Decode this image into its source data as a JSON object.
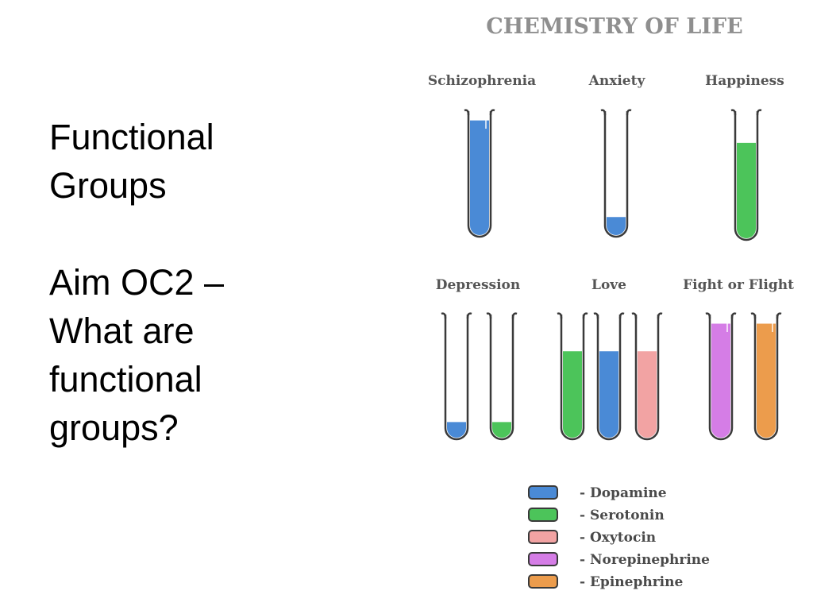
{
  "slide": {
    "heading_lines": [
      "Functional",
      "Groups"
    ],
    "aim_lines": [
      "Aim OC2 –",
      "What are",
      "functional",
      "groups?"
    ]
  },
  "infographic": {
    "title": "CHEMISTRY OF LIFE",
    "colors": {
      "dopamine": "#4a8ad6",
      "serotonin": "#4cc45a",
      "oxytocin": "#f2a3a3",
      "norepinephrine": "#d57de6",
      "epinephrine": "#ec9c4c"
    },
    "groups": [
      {
        "name": "Schizophrenia",
        "tubes": [
          {
            "chemical": "dopamine",
            "level": 0.95
          }
        ]
      },
      {
        "name": "Anxiety",
        "tubes": [
          {
            "chemical": "dopamine",
            "level": 0.15
          }
        ]
      },
      {
        "name": "Happiness",
        "tubes": [
          {
            "chemical": "serotonin",
            "level": 0.77
          }
        ]
      },
      {
        "name": "Depression",
        "tubes": [
          {
            "chemical": "dopamine",
            "level": 0.13
          },
          {
            "chemical": "serotonin",
            "level": 0.13
          }
        ]
      },
      {
        "name": "Love",
        "tubes": [
          {
            "chemical": "serotonin",
            "level": 0.72
          },
          {
            "chemical": "dopamine",
            "level": 0.72
          },
          {
            "chemical": "oxytocin",
            "level": 0.72
          }
        ]
      },
      {
        "name": "Fight or Flight",
        "tubes": [
          {
            "chemical": "norepinephrine",
            "level": 0.95
          },
          {
            "chemical": "epinephrine",
            "level": 0.95
          }
        ]
      }
    ],
    "legend": [
      {
        "chemical": "dopamine",
        "label": "- Dopamine"
      },
      {
        "chemical": "serotonin",
        "label": "- Serotonin"
      },
      {
        "chemical": "oxytocin",
        "label": "- Oxytocin"
      },
      {
        "chemical": "norepinephrine",
        "label": "- Norepinephrine"
      },
      {
        "chemical": "epinephrine",
        "label": "- Epinephrine"
      }
    ]
  }
}
